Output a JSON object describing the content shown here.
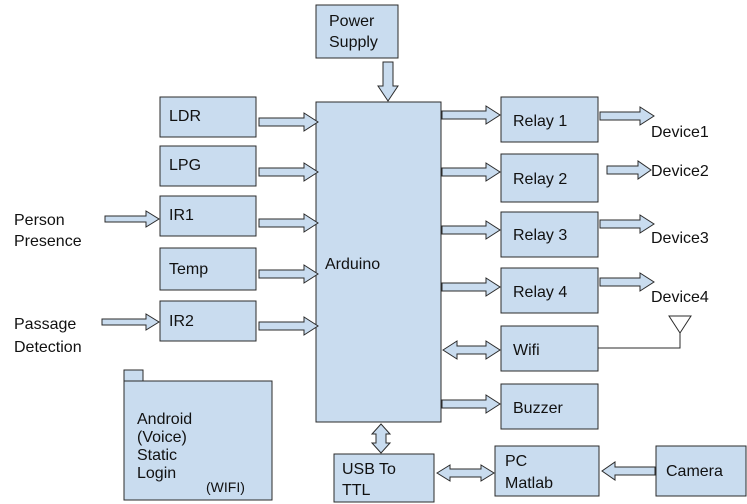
{
  "blocks": {
    "power_supply": [
      "Power",
      "Supply"
    ],
    "ldr": "LDR",
    "lpg": "LPG",
    "ir1": "IR1",
    "temp": "Temp",
    "ir2": "IR2",
    "arduino": "Arduino",
    "relay1": "Relay 1",
    "relay2": "Relay 2",
    "relay3": "Relay 3",
    "relay4": "Relay 4",
    "wifi": "Wifi",
    "buzzer": "Buzzer",
    "usb_ttl": [
      "USB To",
      "TTL"
    ],
    "pc": [
      "PC",
      "Matlab"
    ],
    "camera": "Camera",
    "android": [
      "Android",
      "(Voice)",
      "Static",
      "Login"
    ],
    "android_wifi": "(WIFI)"
  },
  "labels": {
    "person": [
      "Person",
      "Presence"
    ],
    "passage": [
      "Passage",
      "Detection"
    ],
    "device1": "Device1",
    "device2": "Device2",
    "device3": "Device3",
    "device4": "Device4"
  },
  "colors": {
    "block_fill": "#c9dcef",
    "stroke": "#2b2b2b"
  }
}
